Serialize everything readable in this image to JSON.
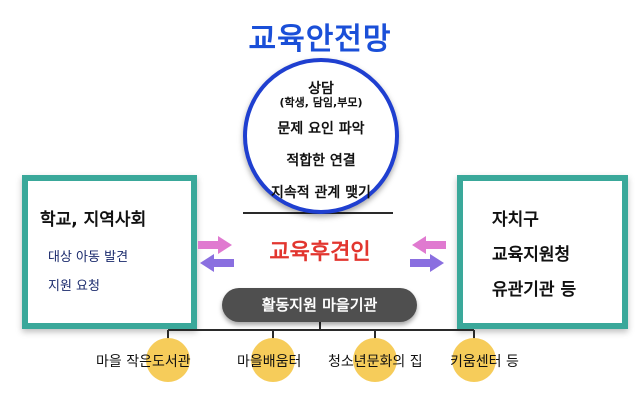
{
  "title": "교육안전망",
  "center_circle": {
    "line1": "상담",
    "line2": "(학생, 담임,부모)",
    "line3": "문제 요인 파악",
    "line4": "적합한 연결",
    "line5": "지속적 관계 맺기"
  },
  "left_box": {
    "title": "학교, 지역사회",
    "items": [
      "대상 아동 발견",
      "지원 요청"
    ]
  },
  "right_box": {
    "lines": [
      "자치구",
      "교육지원청",
      "유관기관 등"
    ]
  },
  "guardian": "교육후견인",
  "activity": "활동지원 마을기관",
  "branches": [
    "마을 작은도서관",
    "마을배움터",
    "청소년문화의 집",
    "키움센터 등"
  ],
  "colors": {
    "title": "#1a4fd8",
    "circle_border": "#1f3fd0",
    "panel_border": "#3aa89a",
    "guardian": "#e2362f",
    "arrow_pink": "#e07ad0",
    "arrow_purple": "#8a6fe0",
    "pill": "#4f4f4f",
    "dot": "#f6cc5a"
  }
}
